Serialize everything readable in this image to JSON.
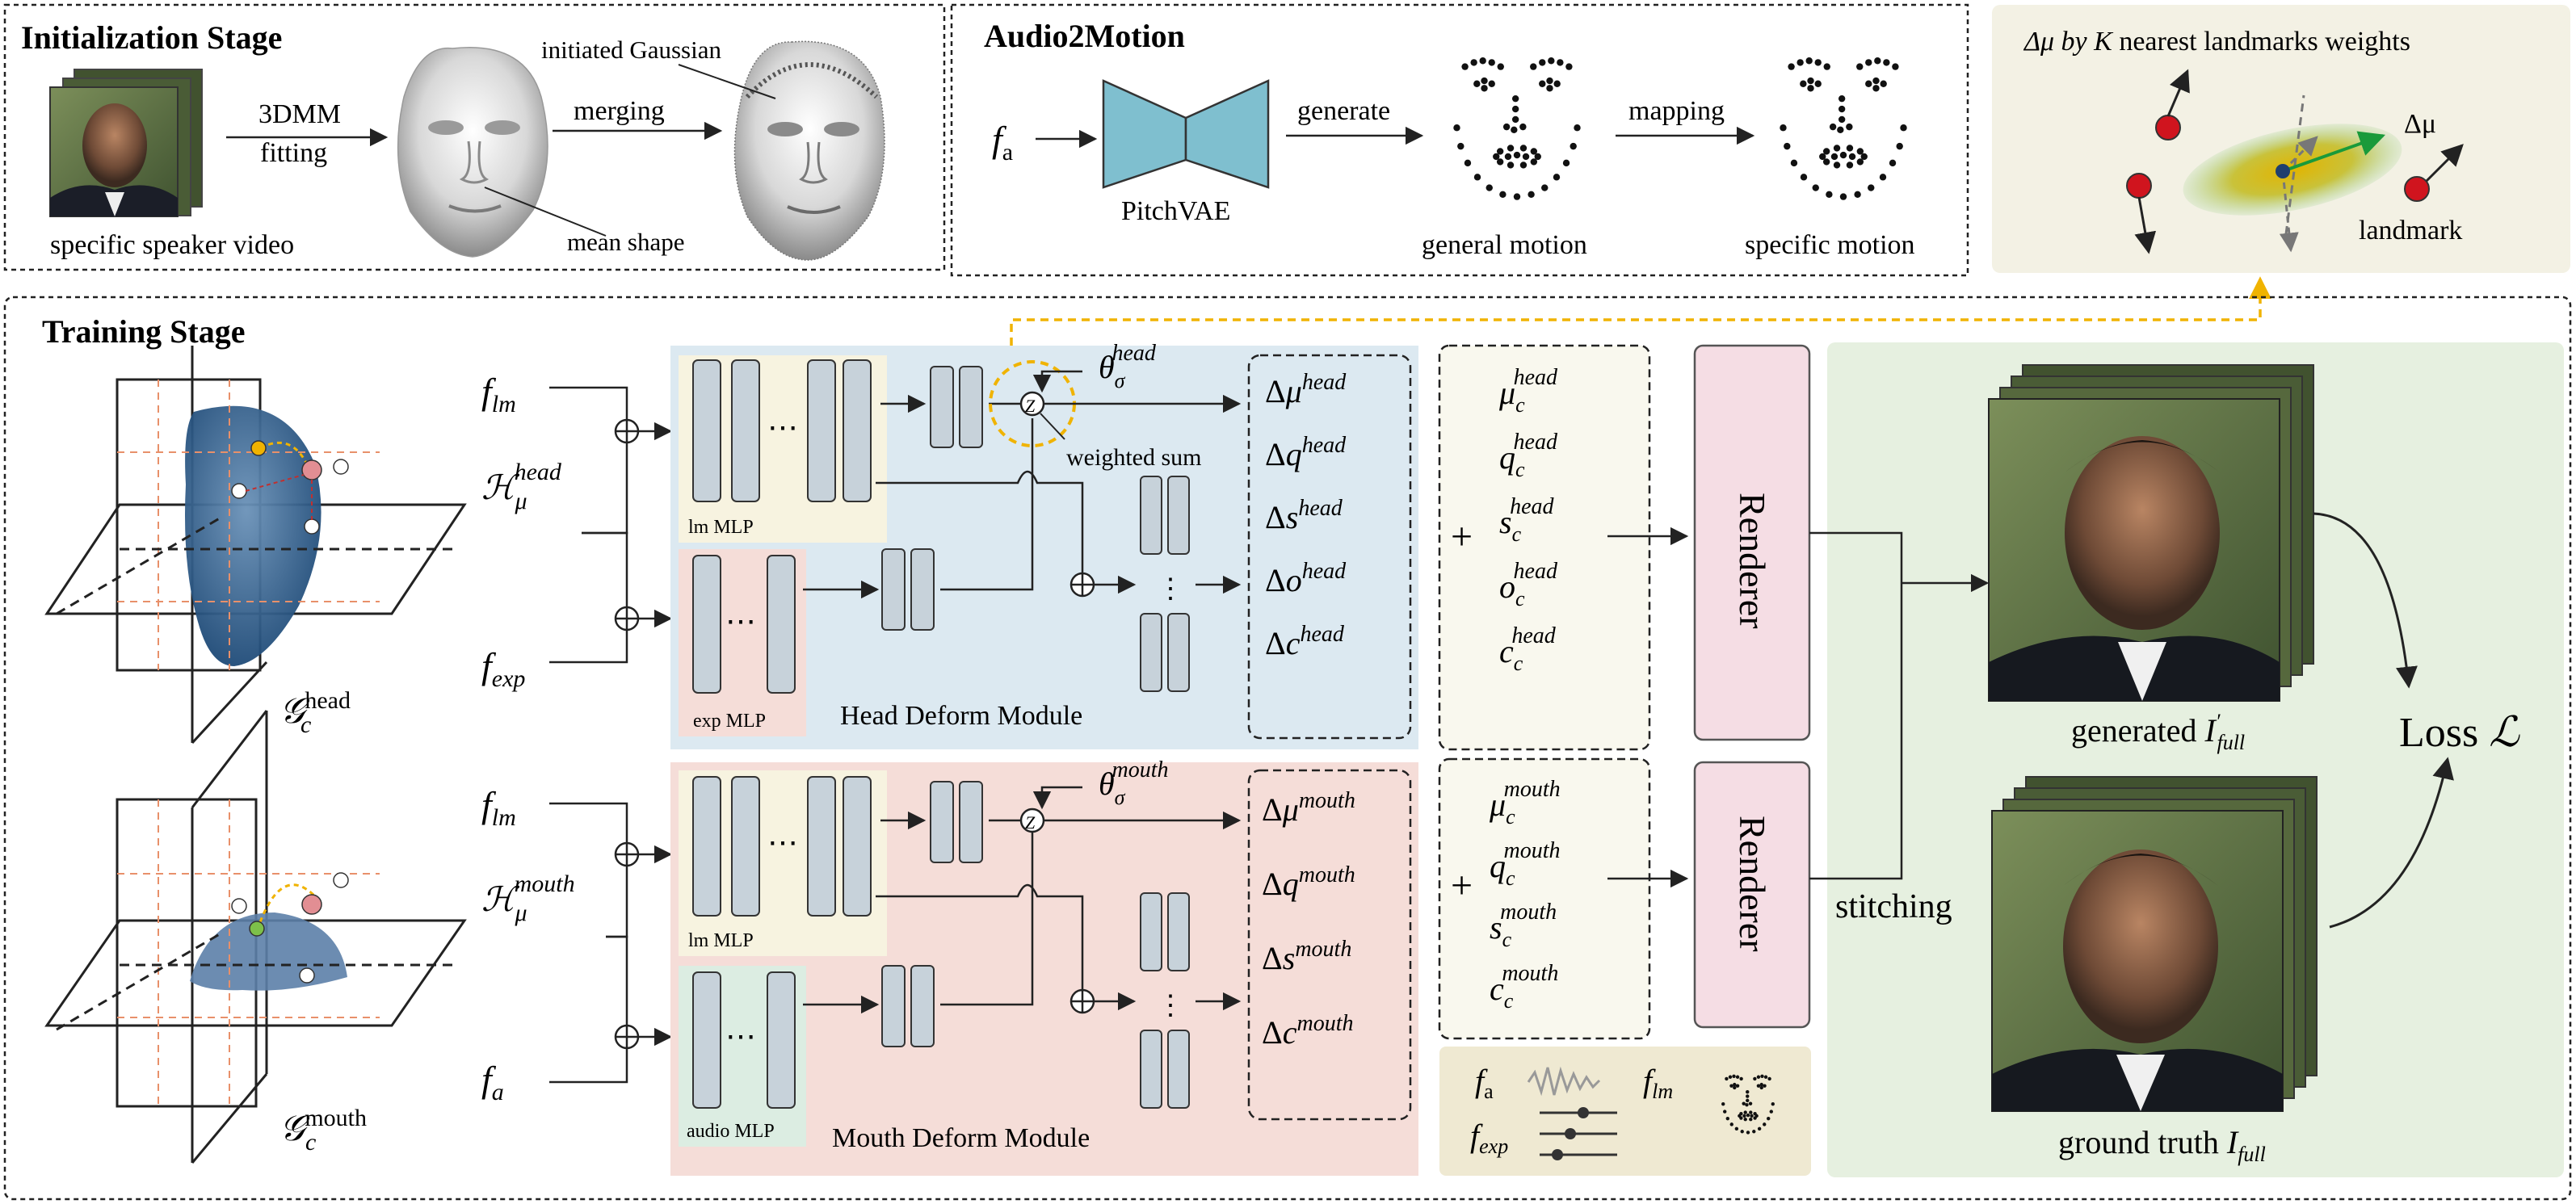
{
  "init_stage": {
    "title": "Initialization Stage",
    "video_caption": "specific speaker video",
    "fitting_label_1": "3DMM",
    "fitting_label_2": "fitting",
    "merging_label": "merging",
    "initiated_label": "initiated  Gaussian",
    "mean_shape_label": "mean shape"
  },
  "audio2motion": {
    "title": "Audio2Motion",
    "input_label": "f",
    "input_sub": "a",
    "vae_label": "PitchVAE",
    "generate_label": "generate",
    "mapping_label": "mapping",
    "general_label": "general motion",
    "specific_label": "specific motion"
  },
  "knn_panel": {
    "title_pre": "Δμ by ",
    "title_k": "K",
    "title_post": " nearest landmarks weights",
    "delta_label": "Δμ",
    "landmark_label": "landmark"
  },
  "training_stage": {
    "title": "Training Stage",
    "head_gaussian": "head",
    "mouth_gaussian": "mouth",
    "head_inputs": [
      "f_lm",
      "H_μ^head",
      "f_exp"
    ],
    "lm_mlp_label": "lm MLP",
    "exp_mlp_label": "exp MLP",
    "audio_mlp_label": "audio MLP",
    "weighted_sum_label": "weighted sum",
    "theta_head": "head",
    "theta_mouth": "mouth",
    "head_module_label": "Head Deform Module",
    "mouth_module_label": "Mouth Deform Module",
    "head_deltas": [
      "μ",
      "q",
      "s",
      "o",
      "c"
    ],
    "mouth_deltas": [
      "μ",
      "q",
      "s",
      "c"
    ],
    "head_params": [
      "μ",
      "q",
      "s",
      "o",
      "c"
    ],
    "mouth_params": [
      "μ",
      "q",
      "s",
      "c"
    ],
    "renderer_label": "Renderer",
    "stitching_label": "stitching",
    "generated_label": "generated ",
    "ground_truth_label": "ground truth ",
    "loss_label": "Loss ",
    "legend": {
      "fa": "a",
      "flm": "lm",
      "fexp": "exp"
    }
  },
  "colors": {
    "head_module_bg": "#dce9f1",
    "mouth_module_bg": "#f5ddd8",
    "lm_mlp_bg": "#f7f3e0",
    "exp_mlp_bg": "#f5ddd8",
    "audio_mlp_bg": "#dcede2",
    "block_fill": "#c7d2da",
    "renderer_fill": "#f5dde4",
    "output_panel_bg": "#e6f0e0",
    "params_bg": "#f9f8ee",
    "knn_bg": "#f3f1e4",
    "legend_bg": "#efe9d2",
    "vae_fill": "#7fbfcf",
    "highlight": "#f0b300"
  }
}
